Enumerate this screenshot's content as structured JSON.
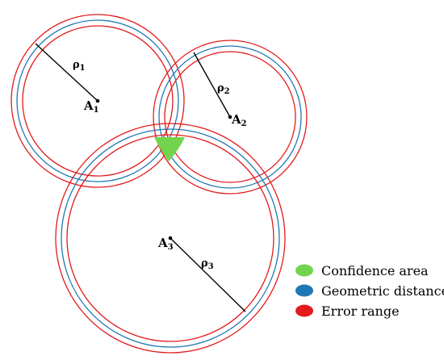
{
  "colors": {
    "confidence_area": "#72d44e",
    "geometric_distance": "#1f78b4",
    "error_range": "#e31a1c"
  },
  "anchors": [
    {
      "label": "A",
      "subscript": "1",
      "radius_symbol": "ρ",
      "radius_subscript": "1"
    },
    {
      "label": "A",
      "subscript": "2",
      "radius_symbol": "ρ",
      "radius_subscript": "2"
    },
    {
      "label": "A",
      "subscript": "3",
      "radius_symbol": "ρ",
      "radius_subscript": "3"
    }
  ],
  "legend": {
    "items": [
      {
        "label": "Confidence area",
        "color_key": "confidence_area"
      },
      {
        "label": "Geometric distance",
        "color_key": "geometric_distance"
      },
      {
        "label": "Error range",
        "color_key": "error_range"
      }
    ]
  }
}
